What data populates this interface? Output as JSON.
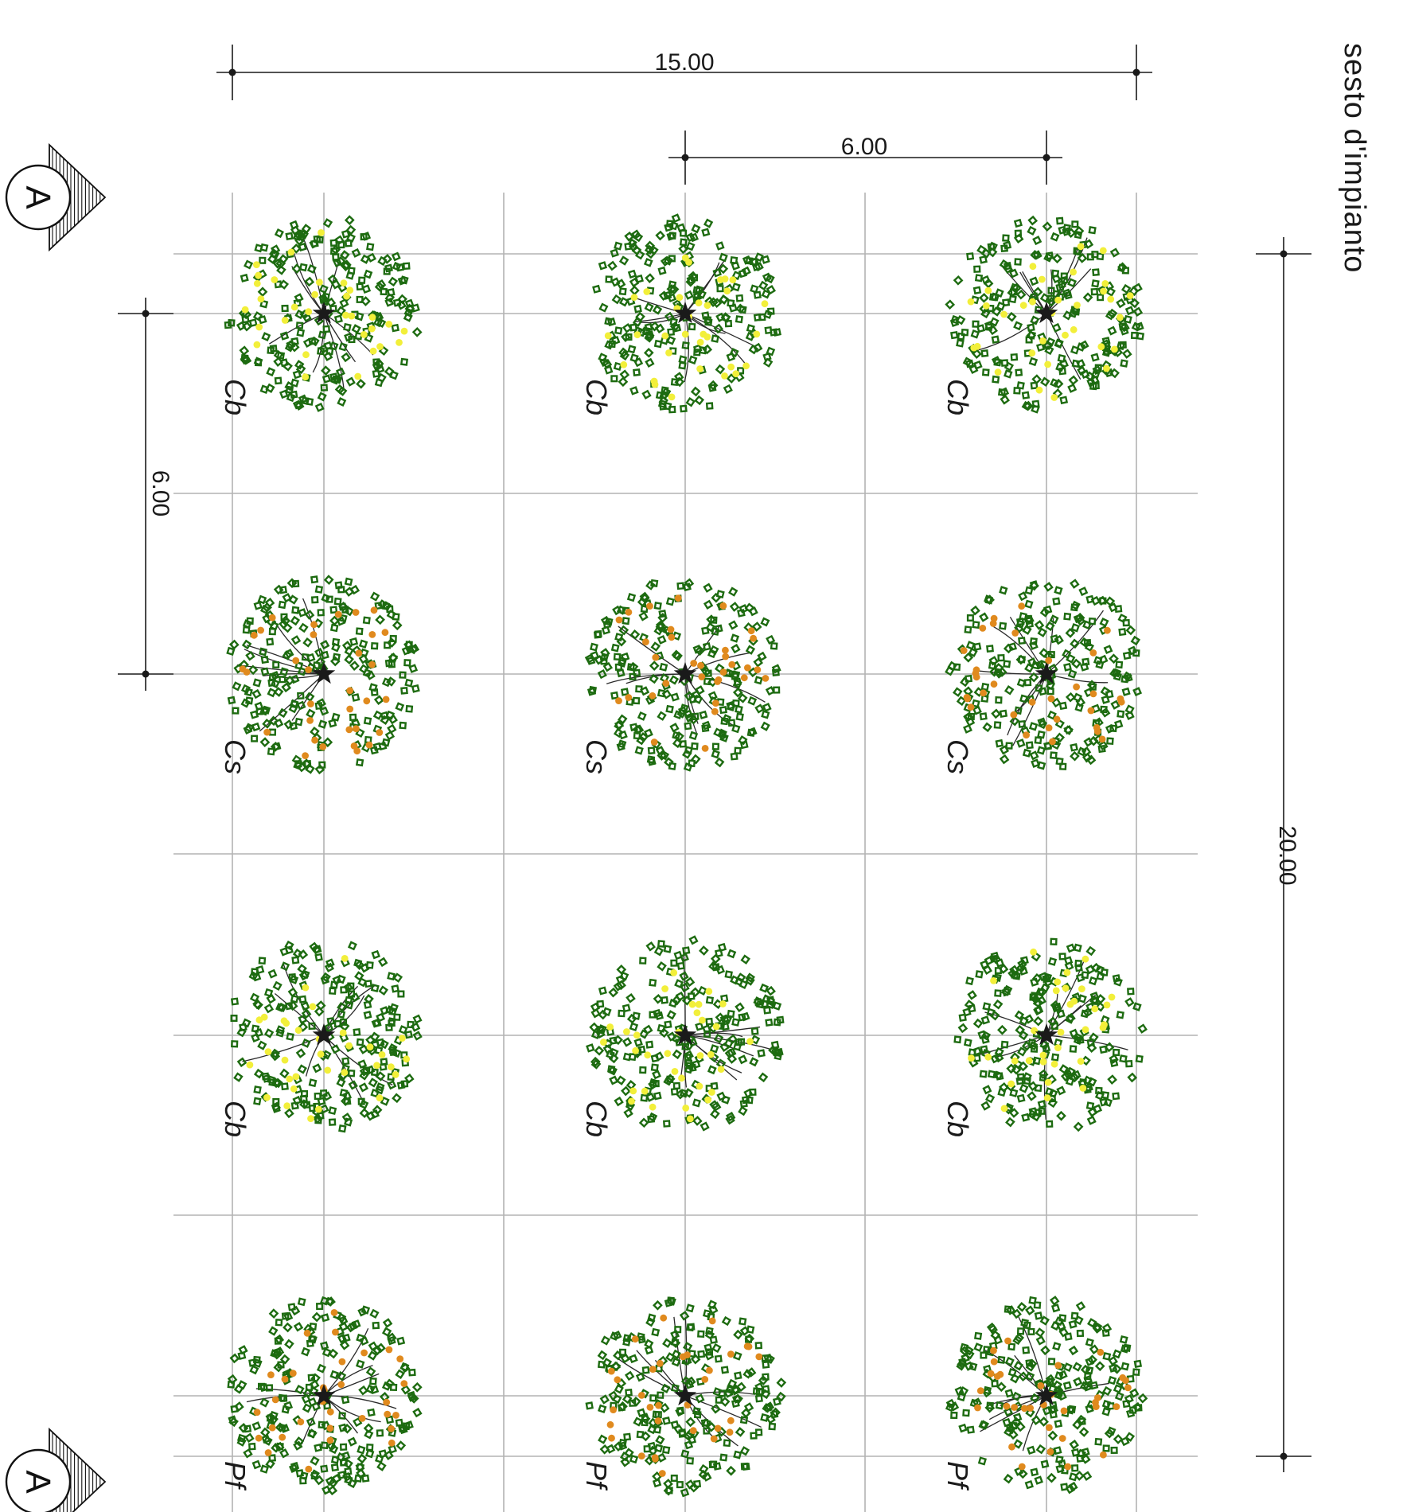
{
  "title": "sesto  d'impianto",
  "dimensions": {
    "total_width": "15.00",
    "spacing_horizontal": "6.00",
    "spacing_vertical": "6.00",
    "total_height": "20.00"
  },
  "section_marker": {
    "letter": "A"
  },
  "colors": {
    "foliage": "#1d6b10",
    "fruit_yellow": "#f2ef3a",
    "fruit_orange": "#e08a1e",
    "grid": "#b3b3b3"
  },
  "rows": [
    {
      "label": "Cb",
      "fruit": "yellow"
    },
    {
      "label": "Cs",
      "fruit": "orange"
    },
    {
      "label": "Cb",
      "fruit": "yellow"
    },
    {
      "label": "Pf",
      "fruit": "orange"
    }
  ],
  "columns": 3
}
